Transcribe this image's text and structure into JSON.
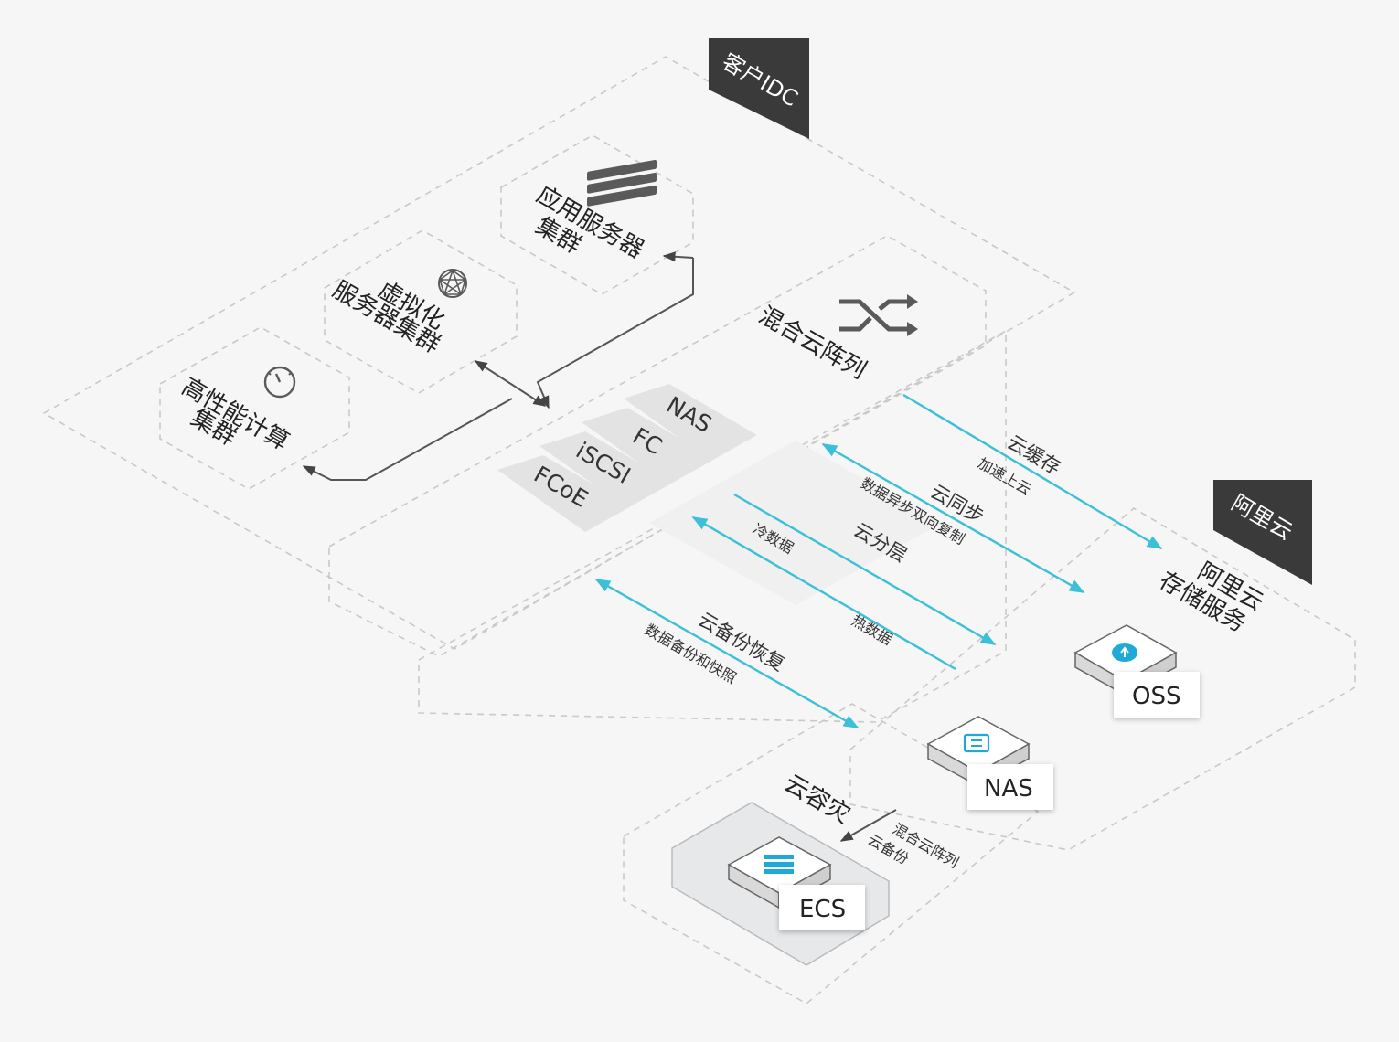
{
  "regions": {
    "customer_idc": "客户IDC",
    "aliyun": "阿里云"
  },
  "clusters": {
    "app_server": [
      "应用服务器",
      "集群"
    ],
    "virtual_server": [
      "虚拟化",
      "服务器集群"
    ],
    "hpc": [
      "高性能计算",
      "集群"
    ]
  },
  "hybrid_array": "混合云阵列",
  "protocols": [
    "NAS",
    "FC",
    "iSCSI",
    "FCoE"
  ],
  "links": {
    "cloud_cache": "云缓存",
    "cloud_cache_sub": "加速上云",
    "cloud_sync": "云同步",
    "cloud_sync_sub": "数据异步双向复制",
    "cloud_tier": "云分层",
    "cold_data": "冷数据",
    "hot_data": "热数据",
    "cloud_backup": "云备份恢复",
    "cloud_backup_sub": "数据备份和快照"
  },
  "aliyun_storage": [
    "阿里云",
    "存储服务"
  ],
  "services": {
    "oss": "OSS",
    "nas": "NAS",
    "ecs": "ECS"
  },
  "disaster_recovery": {
    "title": "云容灾",
    "sub": [
      "混合云阵列",
      "云备份"
    ]
  },
  "colors": {
    "link_blue": "#3cc0d8",
    "tag_dark": "#3a3a3a",
    "icon_gray": "#5a5a5a"
  }
}
